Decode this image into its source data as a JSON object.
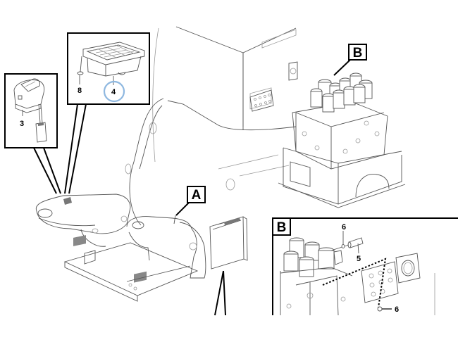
{
  "diagram": {
    "title": "Control components and main valve block – exploded view",
    "callouts": {
      "view_A": "A",
      "view_B_main": "B",
      "view_B_detail": "B"
    },
    "part_numbers": {
      "joystick_button_box": "4",
      "screw_8": "8",
      "rotary_switch": "3",
      "sensor_5": "5",
      "seal_6_upper": "6",
      "seal_6_lower": "6"
    },
    "highlight": {
      "part": "4",
      "color": "#8fb8e0"
    },
    "colors": {
      "line": "#555555",
      "frame": "#000000",
      "background": "#ffffff"
    }
  }
}
